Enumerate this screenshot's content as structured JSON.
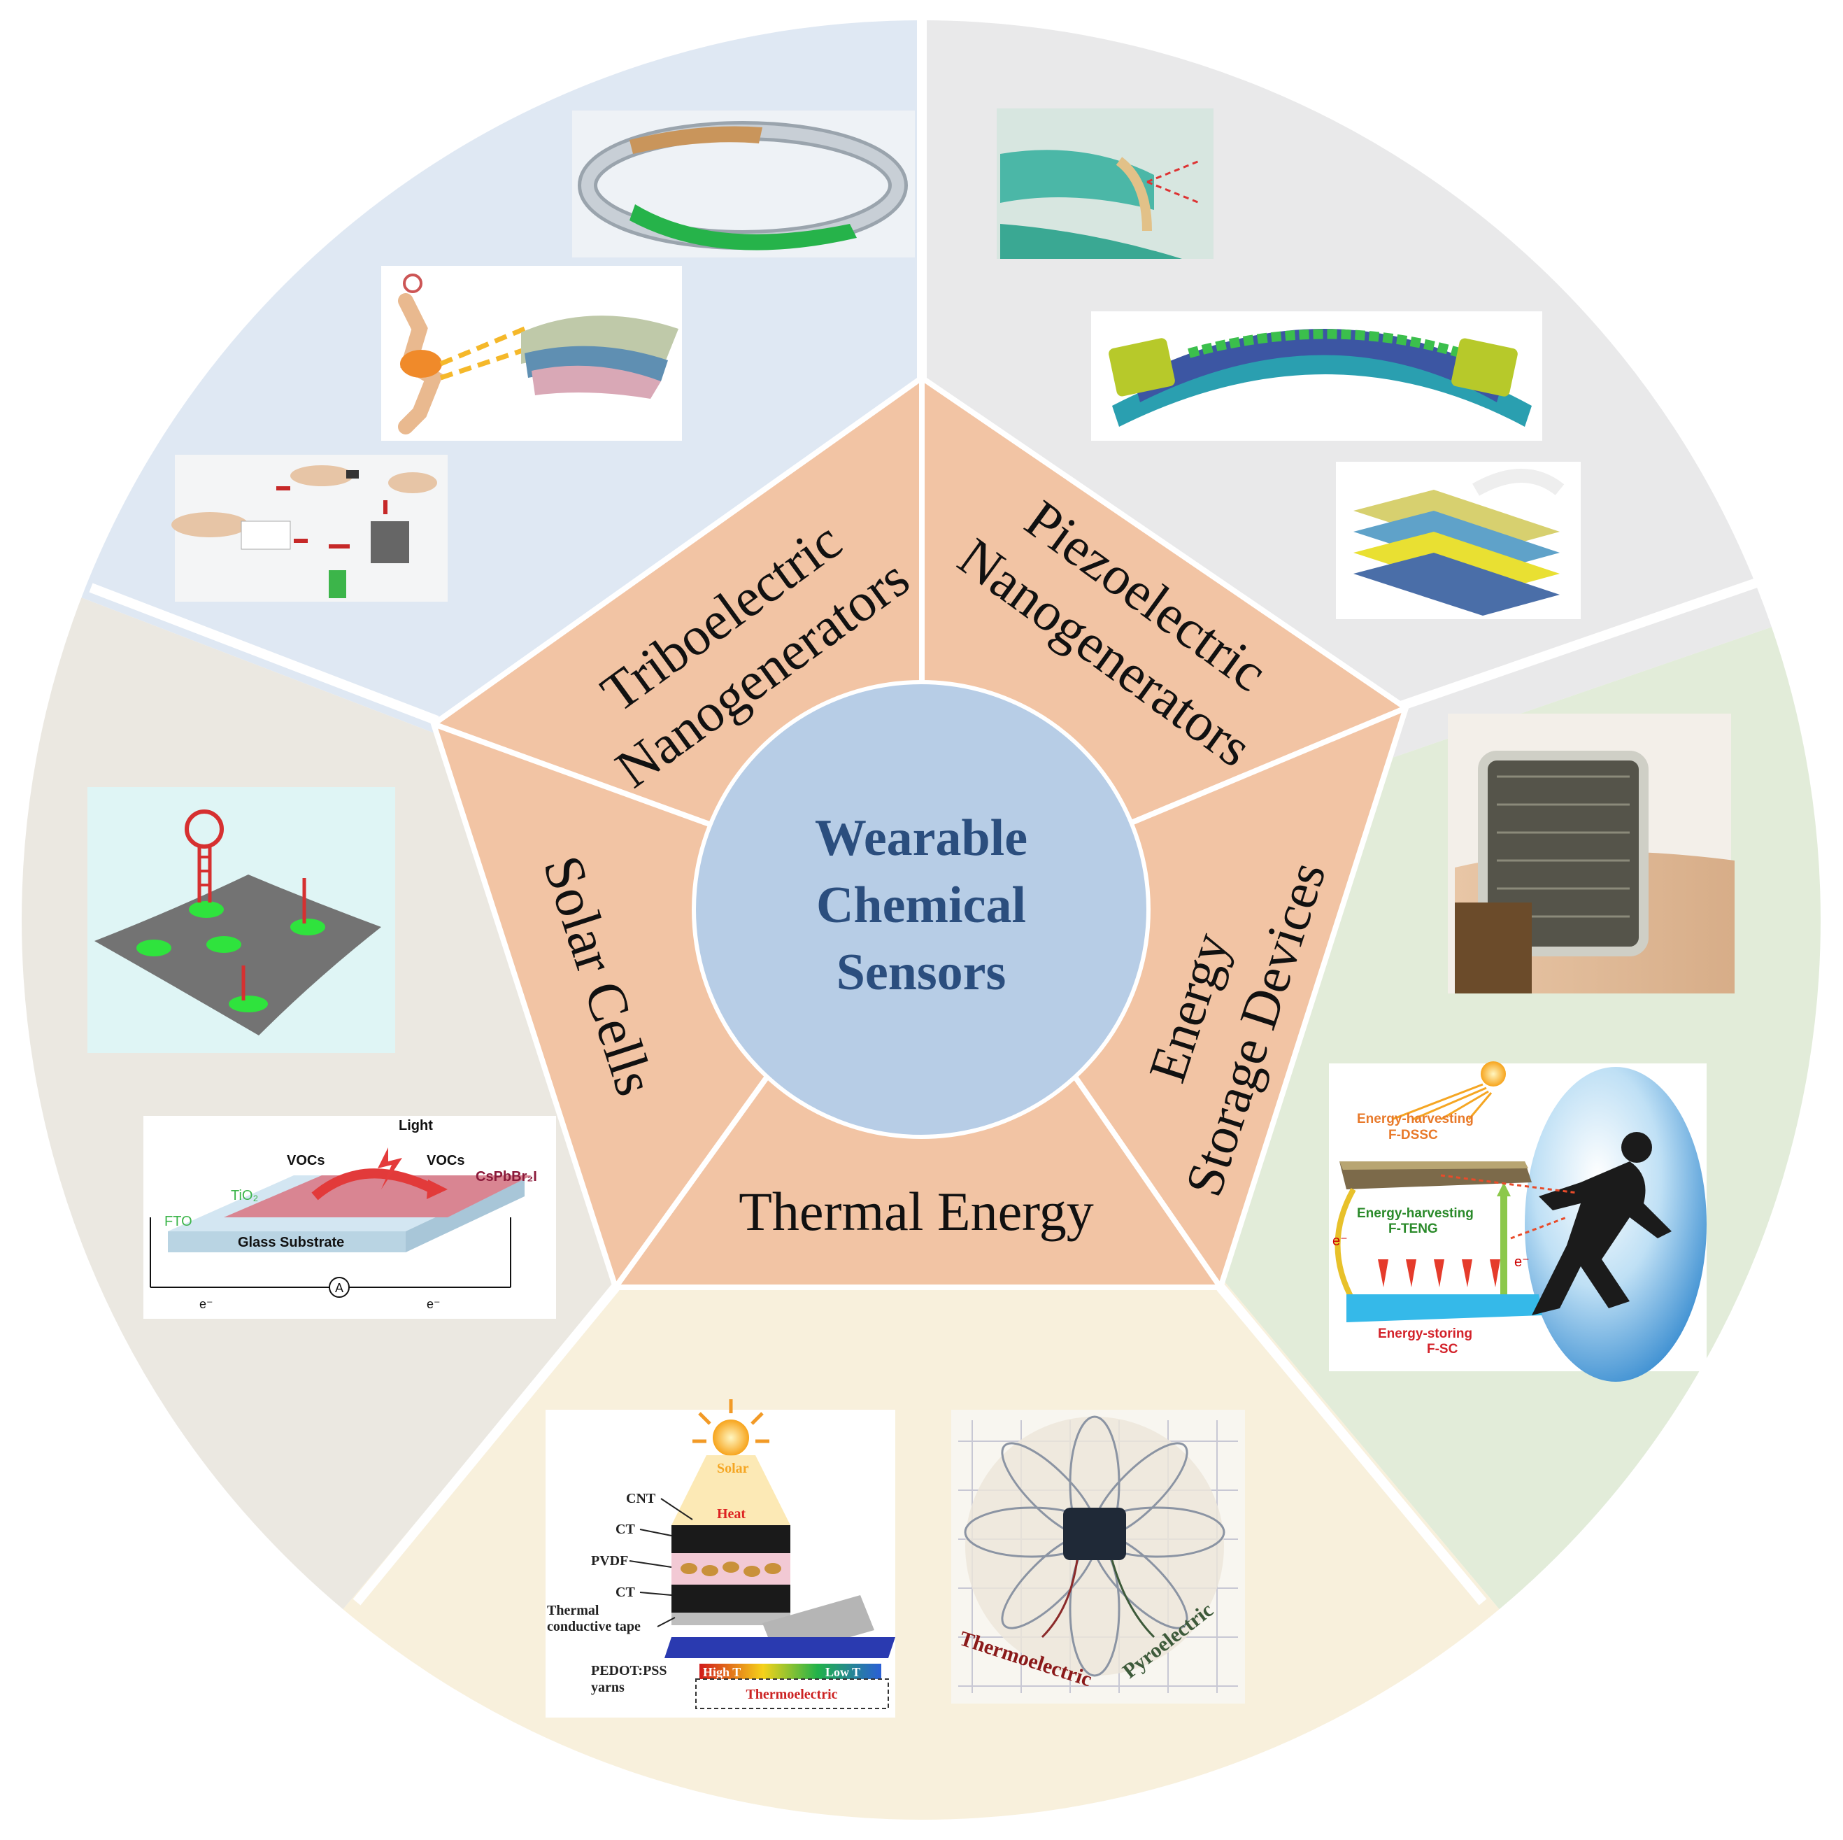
{
  "center": {
    "lines": [
      "Wearable",
      "Chemical",
      "Sensors"
    ],
    "color": "#2b4e7e",
    "fill": "#b7cde6"
  },
  "pentagon_fill": "#f2c4a4",
  "categories": [
    {
      "id": "tribo",
      "lines": [
        "Triboelectric",
        "Nanogenerators"
      ],
      "sector_color": "#dfe8f3"
    },
    {
      "id": "piezo",
      "lines": [
        "Piezoelectric",
        "Nanogenerators"
      ],
      "sector_color": "#e9e9ea"
    },
    {
      "id": "storage",
      "lines": [
        "Energy",
        "Storage Devices"
      ],
      "sector_color": "#e2ecd9"
    },
    {
      "id": "thermal",
      "lines": [
        "Thermal Energy"
      ],
      "sector_color": "#f8f0dc"
    },
    {
      "id": "solar",
      "lines": [
        "Solar Cells"
      ],
      "sector_color": "#ebe8e1"
    }
  ],
  "solar_figure": {
    "top_label_left": "VOCs",
    "top_label_mid": "Light",
    "top_label_right": "VOCs",
    "material": "CsPbBr₂I",
    "layer1": "TiO₂",
    "layer2": "FTO",
    "substrate": "Glass Substrate",
    "electron": "e⁻",
    "ammeter": "A"
  },
  "storage_figure": {
    "label1": "Energy-harvesting",
    "label1b": "F-DSSC",
    "label2": "Energy-harvesting",
    "label2b": "F-TENG",
    "label3": "Energy-storing",
    "label3b": "F-SC",
    "electron": "e⁻"
  },
  "thermal_figure": {
    "layers": [
      "CNT",
      "CT",
      "PVDF",
      "CT",
      "Thermal",
      "conductive tape",
      "PEDOT:PSS",
      "yarns"
    ],
    "solar": "Solar",
    "heat": "Heat",
    "high": "High T",
    "low": "Low T",
    "thermoelectric": "Thermoelectric"
  },
  "flower_figure": {
    "left": "Thermoelectric",
    "right": "Pyroelectric"
  }
}
